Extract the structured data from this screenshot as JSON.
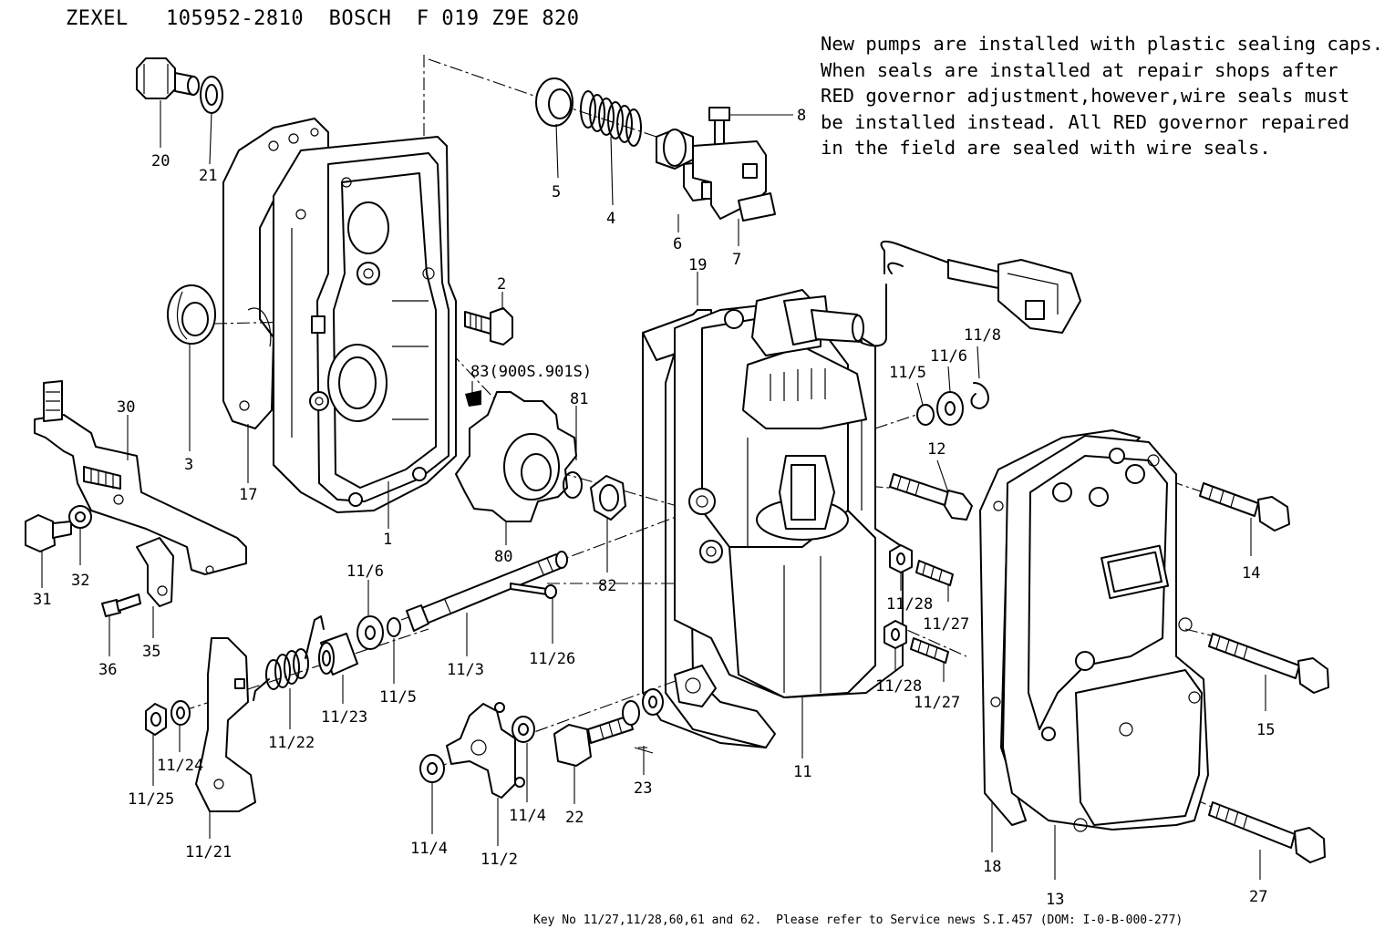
{
  "header": {
    "title": "ZEXEL   105952-2810  BOSCH  F 019 Z9E 820"
  },
  "note": {
    "lines": [
      "New pumps are installed with plastic sealing caps.",
      "When seals are installed at repair shops after",
      "RED governor adjustment,however,wire seals must",
      "be installed instead. All RED governor repaired",
      "in the field are sealed with wire seals."
    ]
  },
  "footer": {
    "text": "Key No 11/27,11/28,60,61 and 62.  Please refer to Service news S.I.457 (DOM: I-0-B-000-277)"
  },
  "callouts": {
    "c20": "20",
    "c21": "21",
    "c5": "5",
    "c4": "4",
    "c8": "8",
    "c6": "6",
    "c7": "7",
    "c19": "19",
    "c2": "2",
    "c3": "3",
    "c17": "17",
    "c1": "1",
    "c83": "83(900S.901S)",
    "c81": "81",
    "c80": "80",
    "c82": "82",
    "c30": "30",
    "c31": "31",
    "c32": "32",
    "c35": "35",
    "c36": "36",
    "c11_6a": "11/6",
    "c11_5a": "11/5",
    "c11_3": "11/3",
    "c11_26": "11/26",
    "c11_23": "11/23",
    "c11_22": "11/22",
    "c11_24": "11/24",
    "c11_25": "11/25",
    "c11_21": "11/21",
    "c11_2": "11/2",
    "c11_4a": "11/4",
    "c11_4b": "11/4",
    "c22": "22",
    "c23": "23",
    "c11": "11",
    "c11_28a": "11/28",
    "c11_27a": "11/27",
    "c11_28b": "11/28",
    "c11_27b": "11/27",
    "c11_5b": "11/5",
    "c11_6b": "11/6",
    "c11_8": "11/8",
    "c12": "12",
    "c14": "14",
    "c15": "15",
    "c27": "27",
    "c18": "18",
    "c13": "13"
  }
}
